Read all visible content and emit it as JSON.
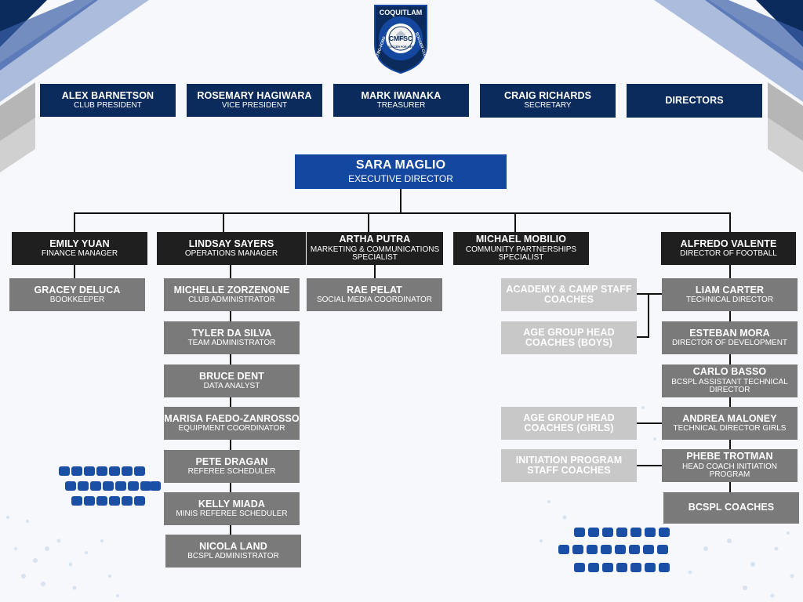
{
  "logo": {
    "name_top": "COQUITLAM",
    "name_left": "METRO-FORD",
    "name_right": "SOCCER CLUB",
    "initials": "CMFSC",
    "motto": "SOCCER FOR LIFE"
  },
  "board": [
    {
      "name": "ALEX BARNETSON",
      "title": "CLUB PRESIDENT"
    },
    {
      "name": "ROSEMARY HAGIWARA",
      "title": "VICE PRESIDENT"
    },
    {
      "name": "MARK IWANAKA",
      "title": "TREASURER"
    },
    {
      "name": "CRAIG RICHARDS",
      "title": "SECRETARY"
    },
    {
      "name": "DIRECTORS",
      "title": ""
    }
  ],
  "executive": {
    "name": "SARA MAGLIO",
    "title": "EXECUTIVE DIRECTOR"
  },
  "managers": [
    {
      "name": "EMILY YUAN",
      "title": "FINANCE MANAGER"
    },
    {
      "name": "LINDSAY SAYERS",
      "title": "OPERATIONS MANAGER"
    },
    {
      "name": "ARTHA PUTRA",
      "title": "MARKETING & COMMUNICATIONS SPECIALIST"
    },
    {
      "name": "MICHAEL MOBILIO",
      "title": "COMMUNITY PARTNERSHIPS SPECIALIST"
    },
    {
      "name": "ALFREDO VALENTE",
      "title": "DIRECTOR OF FOOTBALL"
    }
  ],
  "finance_staff": [
    {
      "name": "GRACEY DELUCA",
      "title": "BOOKKEEPER"
    }
  ],
  "operations_staff": [
    {
      "name": "MICHELLE ZORZENONE",
      "title": "CLUB ADMINISTRATOR"
    },
    {
      "name": "TYLER DA SILVA",
      "title": "TEAM ADMINISTRATOR"
    },
    {
      "name": "BRUCE DENT",
      "title": "DATA ANALYST"
    },
    {
      "name": "MARISA FAEDO-ZANROSSO",
      "title": "EQUIPMENT COORDINATOR"
    },
    {
      "name": "PETE DRAGAN",
      "title": "REFEREE SCHEDULER"
    },
    {
      "name": "KELLY MIADA",
      "title": "MINIS REFEREE SCHEDULER"
    },
    {
      "name": "NICOLA LAND",
      "title": "BCSPL ADMINISTRATOR"
    }
  ],
  "marketing_staff": [
    {
      "name": "RAE PELAT",
      "title": "SOCIAL MEDIA COORDINATOR"
    }
  ],
  "football_staff": [
    {
      "name": "LIAM CARTER",
      "title": "TECHNICAL DIRECTOR"
    },
    {
      "name": "ESTEBAN MORA",
      "title": "DIRECTOR OF DEVELOPMENT"
    },
    {
      "name": "CARLO BASSO",
      "title": "BCSPL ASSISTANT TECHNICAL DIRECTOR"
    },
    {
      "name": "ANDREA MALONEY",
      "title": "TECHNICAL DIRECTOR GIRLS"
    },
    {
      "name": "PHEBE TROTMAN",
      "title": "HEAD COACH INITIATION PROGRAM"
    },
    {
      "name": "BCSPL COACHES",
      "title": ""
    }
  ],
  "coach_groups": [
    {
      "name": "ACADEMY & CAMP STAFF COACHES"
    },
    {
      "name": "AGE GROUP HEAD COACHES (BOYS)"
    },
    {
      "name": "AGE GROUP HEAD COACHES (GIRLS)"
    },
    {
      "name": "INITIATION PROGRAM STAFF COACHES"
    }
  ],
  "colors": {
    "board": "#0b2b5c",
    "executive": "#1448a0",
    "manager": "#1f1f1f",
    "staff": "#7a7a7a",
    "coach_group": "#c8c8c8",
    "accent_dots": "#1b4ea5"
  }
}
